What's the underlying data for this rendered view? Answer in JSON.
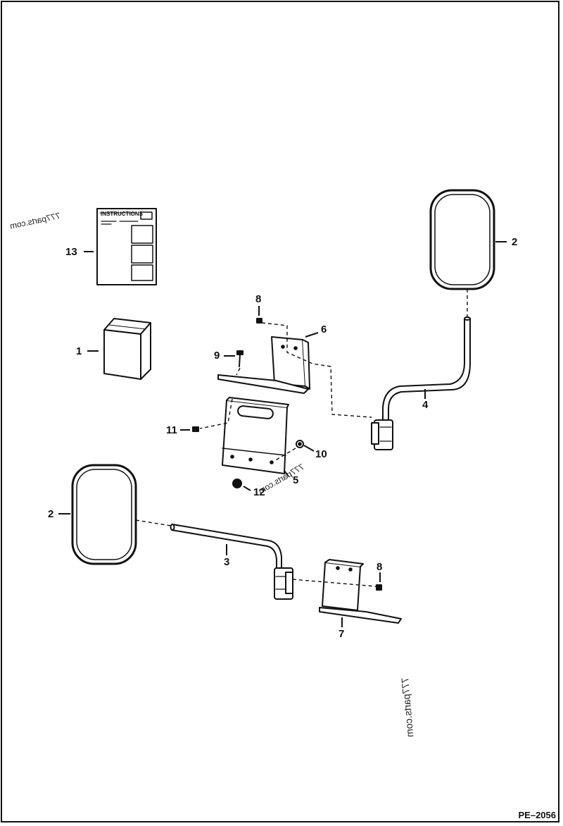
{
  "drawing": {
    "document_id": "PE–2056",
    "manual_label": "INSTRUCTIONS",
    "watermark": "777parts.com",
    "callouts": {
      "kit_box": "1",
      "mirror_upper": "2",
      "mirror_lower": "2",
      "arm_lower": "3",
      "arm_upper": "4",
      "plate": "5",
      "bracket_upper": "6",
      "bracket_lower": "7",
      "bolt_upper": "8",
      "bolt_lower": "8",
      "bolt_9": "9",
      "washer": "10",
      "screw_11": "11",
      "nut": "12",
      "manual": "13"
    }
  }
}
